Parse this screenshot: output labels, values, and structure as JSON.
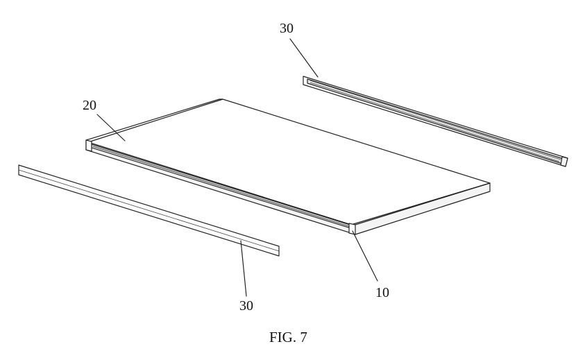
{
  "figure": {
    "caption": "FIG. 7",
    "labels": {
      "strip_top": "30",
      "panel": "20",
      "strip_bottom": "30",
      "frame": "10"
    }
  },
  "colors": {
    "line": "#222222",
    "background": "#ffffff"
  }
}
